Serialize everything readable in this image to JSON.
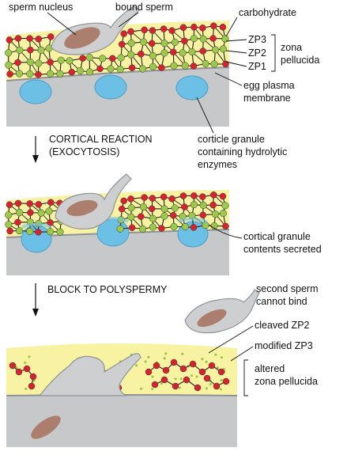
{
  "panel1": {
    "labels": {
      "sperm_nucleus": "sperm nucleus",
      "bound_sperm": "bound sperm",
      "carbohydrate": "carbohydrate",
      "zp3": "ZP3",
      "zp2": "ZP2",
      "zp1": "ZP1",
      "zona_line1": "zona",
      "zona_line2": "pellucida",
      "egg_membrane_line1": "egg plasma",
      "egg_membrane_line2": "membrane",
      "granule_line1": "corticle granule",
      "granule_line2": "containing hydrolytic",
      "granule_line3": "enzymes"
    }
  },
  "step1": {
    "line1": "CORTICAL REACTION",
    "line2": "(EXOCYTOSIS)"
  },
  "panel2": {
    "labels": {
      "secreted_line1": "cortical granule",
      "secreted_line2": "contents secreted"
    }
  },
  "step2": {
    "line1": "BLOCK TO POLYSPERMY"
  },
  "panel3": {
    "labels": {
      "second_line1": "second sperm",
      "second_line2": "cannot bind",
      "cleaved_zp2": "cleaved ZP2",
      "modified_zp3": "modified ZP3",
      "altered_line1": "altered",
      "altered_line2": "zona pellucida"
    }
  },
  "colors": {
    "zona_yellow": "#f7f3a2",
    "egg_gray": "#c6c8ca",
    "granule_blue": "#6cc0e6",
    "sperm_gray": "#cdcfd1",
    "nucleus_brown": "#ab7e6e",
    "zp3_red": "#d8232e",
    "zp2_green": "#9cc94a"
  }
}
